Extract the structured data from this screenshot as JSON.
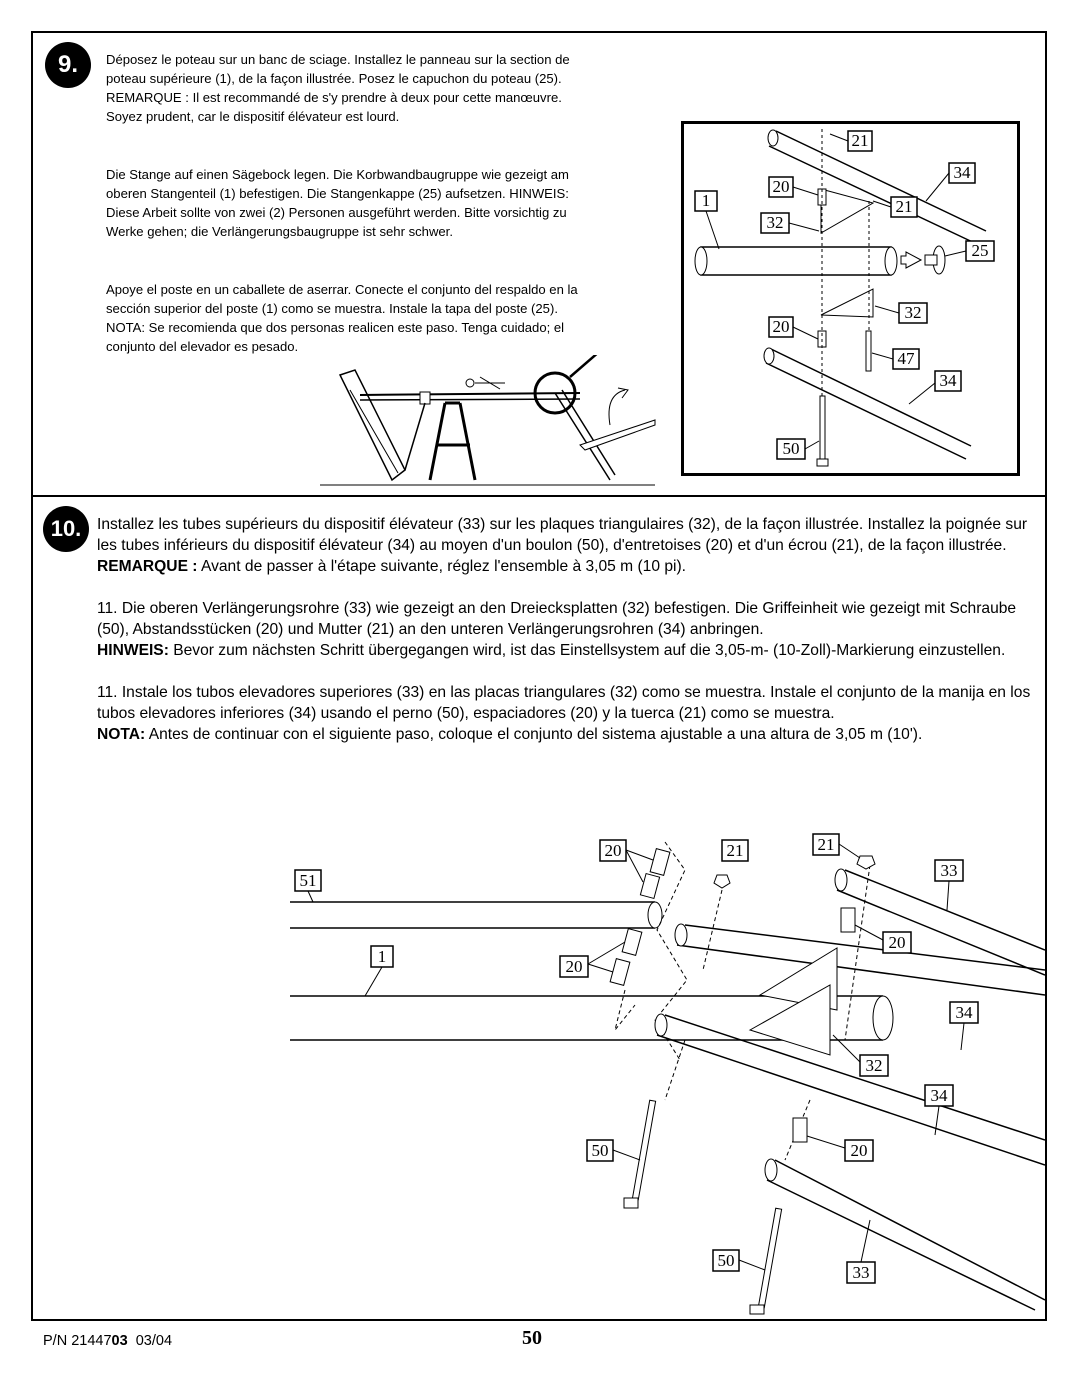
{
  "step9": {
    "number": "9.",
    "fr": "Déposez le poteau sur un banc de sciage. Installez le panneau sur la section de poteau supérieure (1), de la façon illustrée. Posez le capuchon du poteau (25). REMARQUE : Il est recommandé de s'y prendre à deux pour cette manœuvre. Soyez prudent, car le dispositif élévateur est lourd.",
    "de": "Die Stange auf einen Sägebock legen. Die Korbwandbaugruppe wie gezeigt am oberen Stangenteil (1) befestigen. Die Stangenkappe (25) aufsetzen. HINWEIS: Diese Arbeit sollte von zwei (2) Personen ausgeführt werden. Bitte vorsichtig zu Werke gehen; die Verlängerungsbaugruppe ist sehr schwer.",
    "es": "Apoye el poste en un caballete de aserrar. Conecte el conjunto del respaldo en la sección superior del poste (1) como se muestra. Instale la tapa del poste (25). NOTA: Se recomienda que dos personas realicen este paso. Tenga cuidado; el conjunto del elevador es pesado.",
    "labels": {
      "l21a": "21",
      "l34a": "34",
      "l20a": "20",
      "l21b": "21",
      "l1": "1",
      "l32a": "32",
      "l25": "25",
      "l32b": "32",
      "l20b": "20",
      "l47": "47",
      "l34b": "34",
      "l50": "50"
    }
  },
  "step10": {
    "number": "10.",
    "fr_line1": "Installez les tubes supérieurs du dispositif élévateur (33) sur les plaques triangulaires (32), de la façon illustrée. Installez la poignée sur les tubes inférieurs du dispositif élévateur (34) au moyen d'un boulon (50), d'entretoises (20) et d'un écrou (21), de la façon illustrée.",
    "fr_note_label": "REMARQUE :",
    "fr_note": " Avant de passer à l'étape suivante, réglez l'ensemble à 3,05 m (10 pi).",
    "de_main": "11. Die oberen Verlängerungsrohre (33) wie gezeigt an den Dreiecksplatten (32) befestigen. Die Griffeinheit wie gezeigt mit Schraube (50), Abstandsstücken (20) und Mutter (21) an den unteren Verlängerungsrohren (34) anbringen.",
    "de_note_label": "HINWEIS:",
    "de_note": " Bevor zum nächsten Schritt übergegangen wird, ist das Einstellsystem auf die 3,05-m- (10-Zoll)-Markierung einzustellen.",
    "es_main": "11. Instale los tubos elevadores superiores (33) en las placas triangulares (32) como se muestra. Instale el conjunto de la manija en los tubos elevadores inferiores (34) usando el perno (50), espaciadores (20) y la tuerca (21) como se muestra.",
    "es_note_label": "NOTA:",
    "es_note": " Antes de continuar con el siguiente paso, coloque el conjunto del sistema ajustable a una altura de 3,05 m (10').",
    "labels": {
      "c20a": "20",
      "c21a": "21",
      "c21b": "21",
      "c51": "51",
      "c33a": "33",
      "c20b": "20",
      "c1": "1",
      "c20c": "20",
      "c34a": "34",
      "c32": "32",
      "c34b": "34",
      "c50a": "50",
      "c20d": "20",
      "c50b": "50",
      "c33b": "33"
    }
  },
  "footer": {
    "pn_prefix": "P/N 21447",
    "pn_bold": "03",
    "pn_date": "  03/04",
    "page": "50"
  }
}
